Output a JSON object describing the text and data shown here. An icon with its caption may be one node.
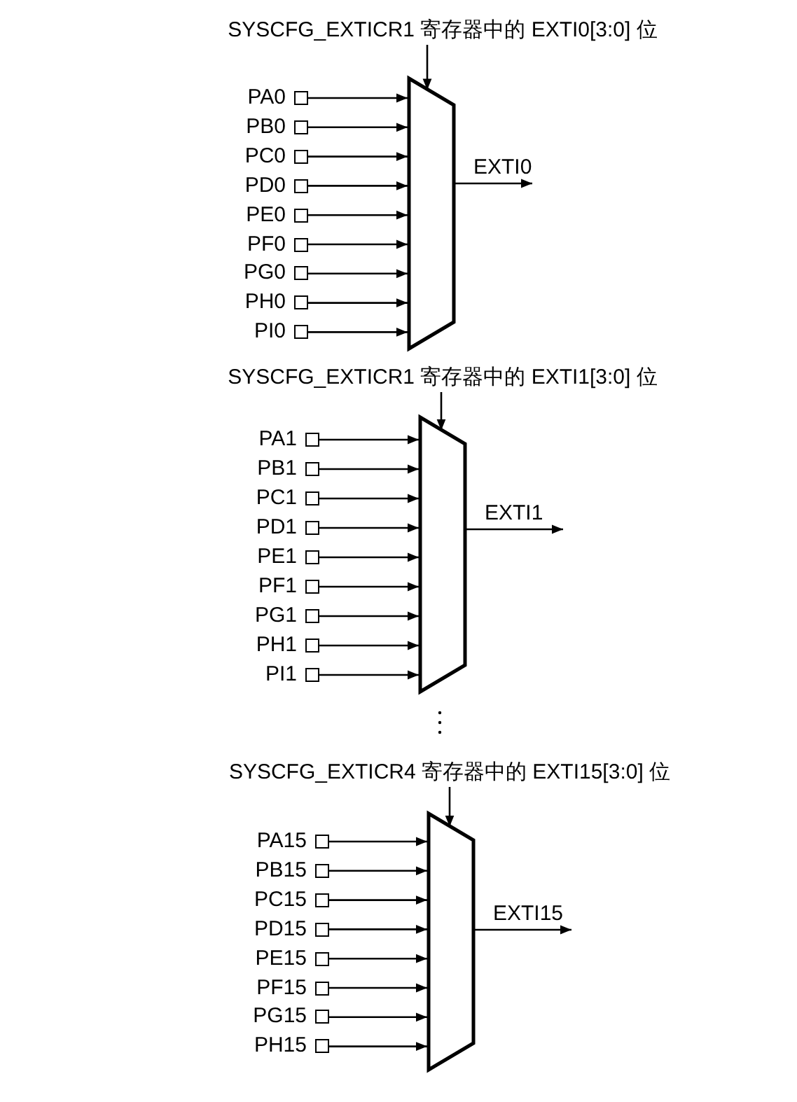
{
  "diagram": {
    "nodes": [
      {
        "text": [
          "SYSCFG_EXTICR1 寄存器中的 EXTI0[3:0] 位"
        ]
      },
      {
        "text": [],
        "shape": "trapezoid"
      },
      {
        "text": [
          "PA0"
        ]
      },
      {
        "text": [
          "PB0"
        ]
      },
      {
        "text": [
          "PC0"
        ]
      },
      {
        "text": [
          "PD0"
        ]
      },
      {
        "text": [
          "PE0"
        ]
      },
      {
        "text": [
          "PF0"
        ]
      },
      {
        "text": [
          "PG0"
        ]
      },
      {
        "text": [
          "PH0"
        ]
      },
      {
        "text": [
          "PI0"
        ]
      },
      {
        "text": [
          "SYSCFG_EXTICR1 寄存器中的 EXTI1[3:0] 位"
        ]
      },
      {
        "text": [],
        "shape": "trapezoid"
      },
      {
        "text": [
          "PA1"
        ]
      },
      {
        "text": [
          "PB1"
        ]
      },
      {
        "text": [
          "PC1"
        ]
      },
      {
        "text": [
          "PD1"
        ]
      },
      {
        "text": [
          "PE1"
        ]
      },
      {
        "text": [
          "PF1"
        ]
      },
      {
        "text": [
          "PG1"
        ]
      },
      {
        "text": [
          "PH1"
        ]
      },
      {
        "text": [
          "PI1"
        ]
      },
      {
        "text": [
          "SYSCFG_EXTICR4 寄存器中的 EXTI15[3:0] 位"
        ]
      },
      {
        "text": [],
        "shape": "trapezoid"
      },
      {
        "text": [
          "PA15"
        ]
      },
      {
        "text": [
          "PB15"
        ]
      },
      {
        "text": [
          "PC15"
        ]
      },
      {
        "text": [
          "PD15"
        ]
      },
      {
        "text": [
          "PE15"
        ]
      },
      {
        "text": [
          "PF15"
        ]
      },
      {
        "text": [
          "PG15"
        ]
      },
      {
        "text": [
          "PH15"
        ]
      }
    ],
    "edges": [
      {
        "from": 0,
        "to": 1,
        "arrow": "to"
      },
      {
        "from": 2,
        "to": 1,
        "arrow": "to"
      },
      {
        "from": 3,
        "to": 1,
        "arrow": "to"
      },
      {
        "from": 4,
        "to": 1,
        "arrow": "to"
      },
      {
        "from": 5,
        "to": 1,
        "arrow": "to"
      },
      {
        "from": 6,
        "to": 1,
        "arrow": "to"
      },
      {
        "from": 7,
        "to": 1,
        "arrow": "to"
      },
      {
        "from": 8,
        "to": 1,
        "arrow": "to"
      },
      {
        "from": 9,
        "to": 1,
        "arrow": "to"
      },
      {
        "from": 10,
        "to": 1,
        "arrow": "to"
      },
      {
        "from": 1,
        "to": null,
        "arrow": "to",
        "label": "EXTI0"
      },
      {
        "from": 11,
        "to": 12,
        "arrow": "to"
      },
      {
        "from": 13,
        "to": 12,
        "arrow": "to"
      },
      {
        "from": 14,
        "to": 12,
        "arrow": "to"
      },
      {
        "from": 15,
        "to": 12,
        "arrow": "to"
      },
      {
        "from": 16,
        "to": 12,
        "arrow": "to"
      },
      {
        "from": 17,
        "to": 12,
        "arrow": "to"
      },
      {
        "from": 18,
        "to": 12,
        "arrow": "to"
      },
      {
        "from": 19,
        "to": 12,
        "arrow": "to"
      },
      {
        "from": 20,
        "to": 12,
        "arrow": "to"
      },
      {
        "from": 21,
        "to": 12,
        "arrow": "to"
      },
      {
        "from": 12,
        "to": null,
        "arrow": "to",
        "label": "EXTI1"
      },
      {
        "from": 22,
        "to": 23,
        "arrow": "to"
      },
      {
        "from": 24,
        "to": 23,
        "arrow": "to"
      },
      {
        "from": 25,
        "to": 23,
        "arrow": "to"
      },
      {
        "from": 26,
        "to": 23,
        "arrow": "to"
      },
      {
        "from": 27,
        "to": 23,
        "arrow": "to"
      },
      {
        "from": 28,
        "to": 23,
        "arrow": "to"
      },
      {
        "from": 29,
        "to": 23,
        "arrow": "to"
      },
      {
        "from": 30,
        "to": 23,
        "arrow": "to"
      },
      {
        "from": 31,
        "to": 23,
        "arrow": "to"
      },
      {
        "from": 23,
        "to": null,
        "arrow": "to",
        "label": "EXTI15"
      }
    ]
  }
}
